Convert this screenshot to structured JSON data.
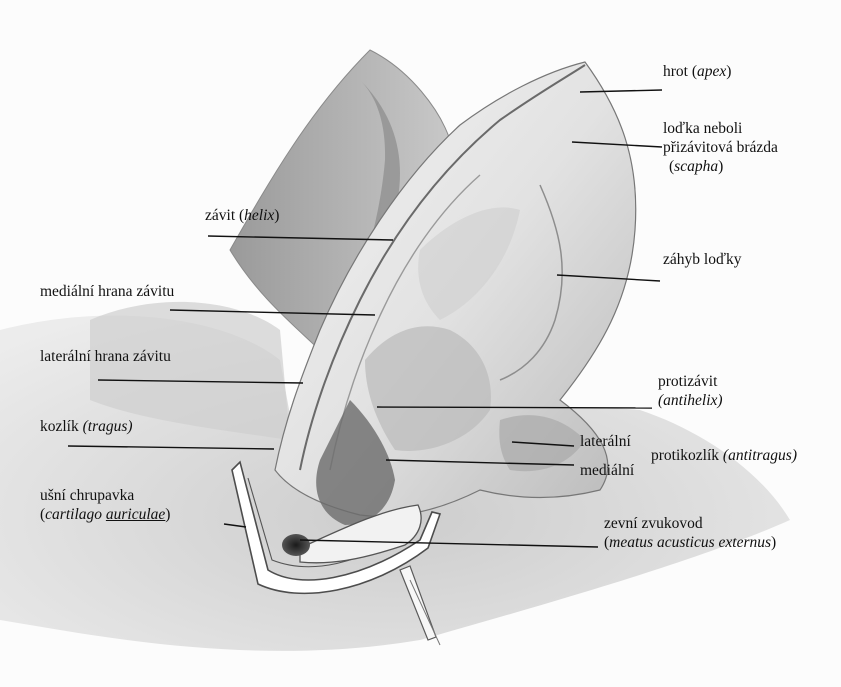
{
  "labels": {
    "apex": {
      "text": "hrot",
      "latin": "apex"
    },
    "scapha": {
      "line1": "loďka neboli",
      "line2": "přizávitová brázda",
      "latin": "scapha"
    },
    "helix": {
      "text": "závit",
      "latin": "helix"
    },
    "skapha_fold": {
      "text": "záhyb loďky"
    },
    "medial_edge": {
      "text": "mediální hrana závitu"
    },
    "lateral_edge": {
      "text": "laterální hrana závitu"
    },
    "antihelix": {
      "text": "protizávit",
      "latin": "antihelix"
    },
    "tragus": {
      "text": "kozlík",
      "latin": "tragus"
    },
    "lateral": {
      "text": "laterální"
    },
    "antitragus": {
      "text": "protikozlík",
      "latin": "antitragus"
    },
    "medial": {
      "text": "mediální"
    },
    "cartilage": {
      "text": "ušní chrupavka",
      "latin_a": "cartilago",
      "latin_b": "auriculae"
    },
    "meatus": {
      "text": "zevní zvukovod",
      "latin": "meatus acusticus externus"
    }
  },
  "colors": {
    "ink": "#111111",
    "pencil_dark": "#3a3a3a",
    "pencil_mid": "#8a8a8a",
    "pencil_light": "#c9c9c9"
  }
}
